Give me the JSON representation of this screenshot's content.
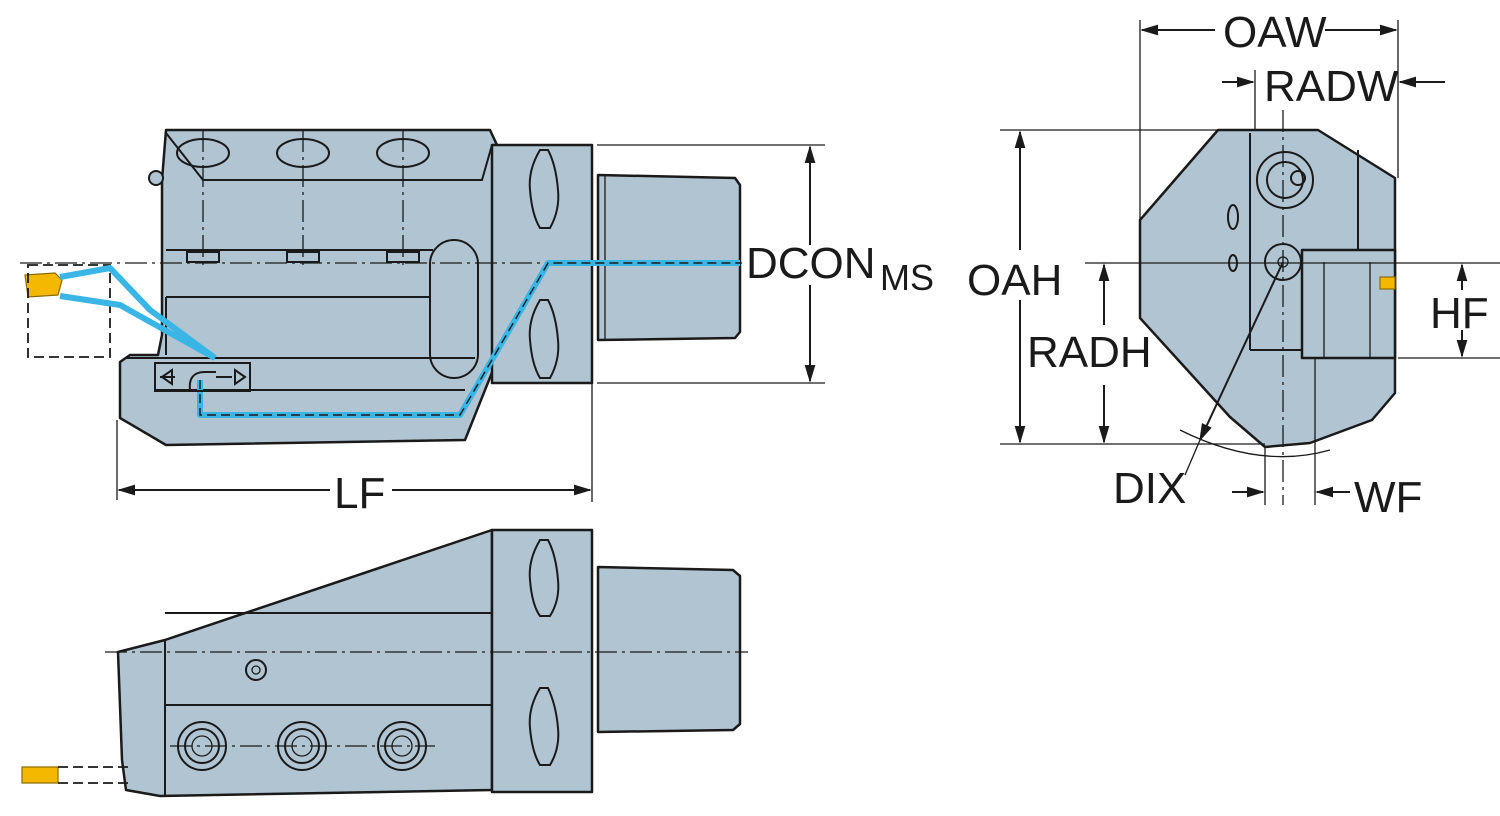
{
  "diagram": {
    "title": "Coromant Capto clamping unit / toolholder dimension drawing",
    "views": [
      "side-view",
      "end-view",
      "top-view"
    ],
    "colors": {
      "body": "#b0c4d2",
      "coolant": "#3ab6e6",
      "insert": "#f5b800",
      "line": "#1a1a1a"
    },
    "dimensions": {
      "dcon": "DCON",
      "dcon_sub": "MS",
      "lf": "LF",
      "oaw": "OAW",
      "radw": "RADW",
      "oah": "OAH",
      "radh": "RADH",
      "hf": "HF",
      "dix": "DIX",
      "wf": "WF"
    },
    "icons": [
      "coolant-tap-icon",
      "adjust-arrows-icon"
    ]
  }
}
